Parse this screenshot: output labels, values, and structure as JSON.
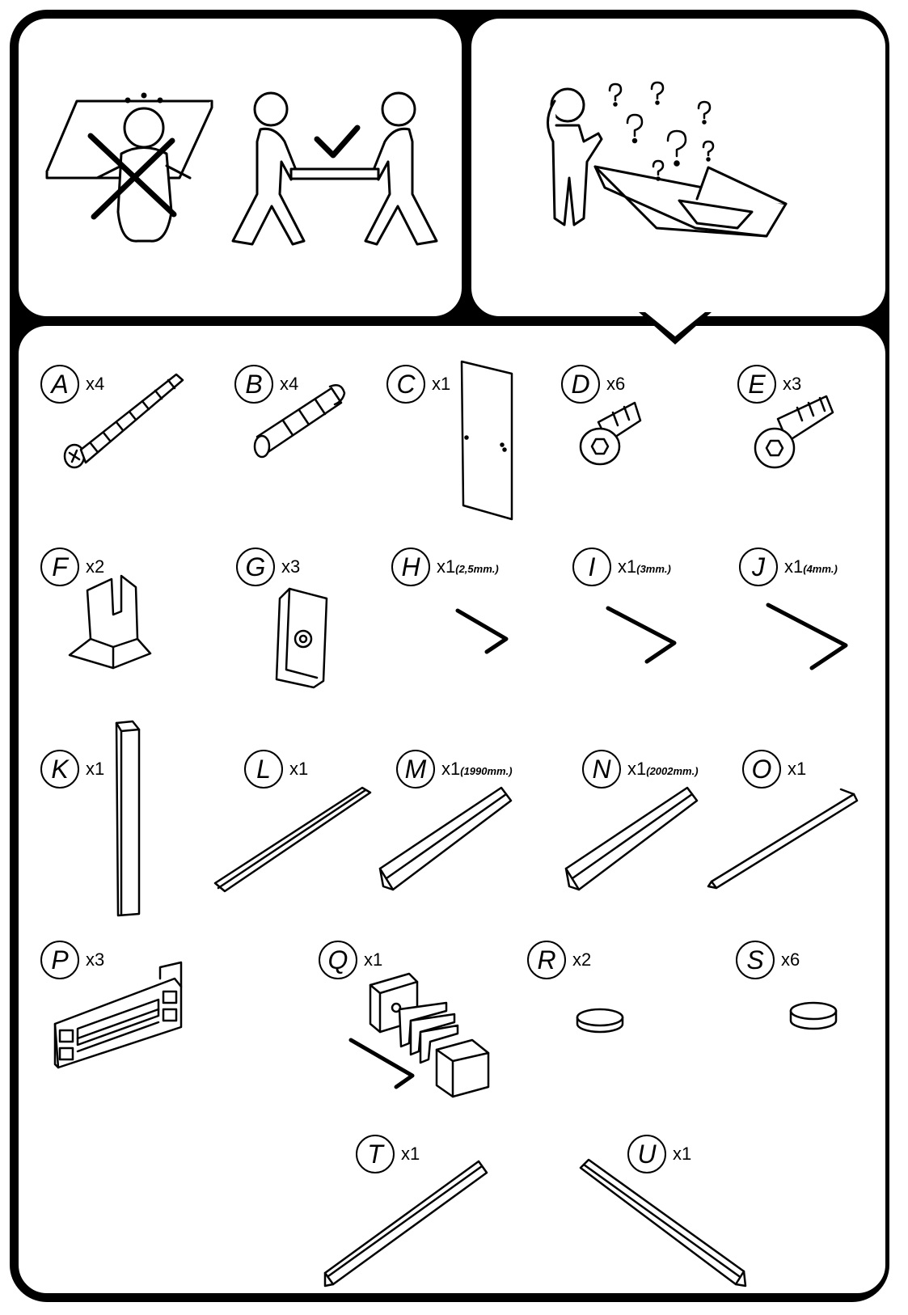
{
  "parts": [
    {
      "letter": "A",
      "qty": "x4",
      "size": ""
    },
    {
      "letter": "B",
      "qty": "x4",
      "size": ""
    },
    {
      "letter": "C",
      "qty": "x1",
      "size": ""
    },
    {
      "letter": "D",
      "qty": "x6",
      "size": ""
    },
    {
      "letter": "E",
      "qty": "x3",
      "size": ""
    },
    {
      "letter": "F",
      "qty": "x2",
      "size": ""
    },
    {
      "letter": "G",
      "qty": "x3",
      "size": ""
    },
    {
      "letter": "H",
      "qty": "x1",
      "size": "(2,5mm.)"
    },
    {
      "letter": "I",
      "qty": "x1",
      "size": "(3mm.)"
    },
    {
      "letter": "J",
      "qty": "x1",
      "size": "(4mm.)"
    },
    {
      "letter": "K",
      "qty": "x1",
      "size": ""
    },
    {
      "letter": "L",
      "qty": "x1",
      "size": ""
    },
    {
      "letter": "M",
      "qty": "x1",
      "size": "(1990mm.)"
    },
    {
      "letter": "N",
      "qty": "x1",
      "size": "(2002mm.)"
    },
    {
      "letter": "O",
      "qty": "x1",
      "size": ""
    },
    {
      "letter": "P",
      "qty": "x3",
      "size": ""
    },
    {
      "letter": "Q",
      "qty": "x1",
      "size": ""
    },
    {
      "letter": "R",
      "qty": "x2",
      "size": ""
    },
    {
      "letter": "S",
      "qty": "x6",
      "size": ""
    },
    {
      "letter": "T",
      "qty": "x1",
      "size": ""
    },
    {
      "letter": "U",
      "qty": "x1",
      "size": ""
    }
  ],
  "warnings": {
    "cross_mark_icon": "cross-mark-icon",
    "check_mark_icon": "check-mark-icon",
    "question_marks": [
      "?",
      "?",
      "?",
      "?",
      "?",
      "?"
    ]
  }
}
